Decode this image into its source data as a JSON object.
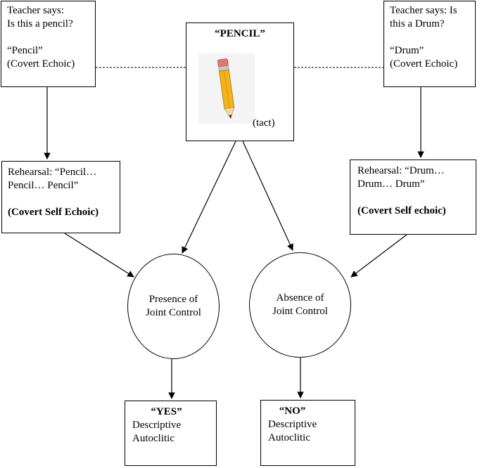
{
  "left_teacher": {
    "line1": "Teacher says:",
    "line2": "Is this a pencil?",
    "line3": "“Pencil”",
    "line4": "(Covert Echoic)"
  },
  "right_teacher": {
    "line1": "Teacher says: Is",
    "line2": "this a Drum?",
    "line3": "“Drum”",
    "line4": "(Covert Echoic)"
  },
  "stimulus": {
    "title": "“PENCIL”",
    "picture": "pencil-image",
    "caption": "(tact)"
  },
  "left_rehearsal": {
    "line1": "Rehearsal: “Pencil…",
    "line2": "Pencil… Pencil”",
    "line3": "(Covert Self Echoic)"
  },
  "right_rehearsal": {
    "line1": "Rehearsal: “Drum…",
    "line2": "Drum… Drum”",
    "line3": "(Covert Self echoic)"
  },
  "presence": {
    "line1": "Presence of",
    "line2": "Joint Control"
  },
  "absence": {
    "line1": "Absence of",
    "line2": "Joint Control"
  },
  "yes_box": {
    "line1": "“YES”",
    "line2": "Descriptive",
    "line3": "Autoclitic"
  },
  "no_box": {
    "line1": "“NO”",
    "line2": "Descriptive",
    "line3": "Autoclitic"
  },
  "colors": {
    "line": "#000000",
    "pencil_body": "#f2b21b",
    "pencil_eraser": "#e7776b"
  }
}
